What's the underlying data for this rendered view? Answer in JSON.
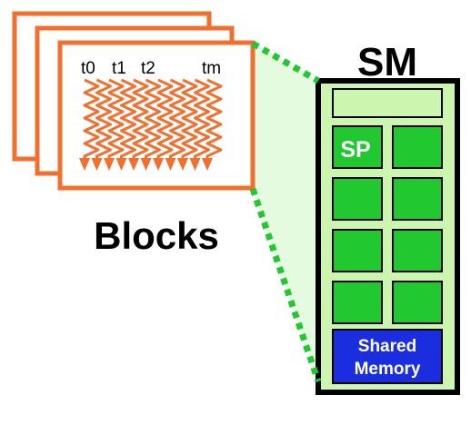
{
  "blocks": {
    "label": "Blocks",
    "thread_labels": [
      "t0",
      "t1",
      "t2",
      "tm"
    ],
    "card_color": "#f07030",
    "thread_color": "#f07030",
    "card_count": 3,
    "thread_count": 11
  },
  "sm": {
    "label": "SM",
    "sp_label": "SP",
    "shared_memory_lines": [
      "Shared",
      "Memory"
    ],
    "frame_color": "#000000",
    "fill_color": "#ccf5b0",
    "core_color": "#22c830",
    "memory_color": "#1a2ee0",
    "connector_color": "#22c830",
    "core_rows": 4,
    "core_cols": 2
  }
}
